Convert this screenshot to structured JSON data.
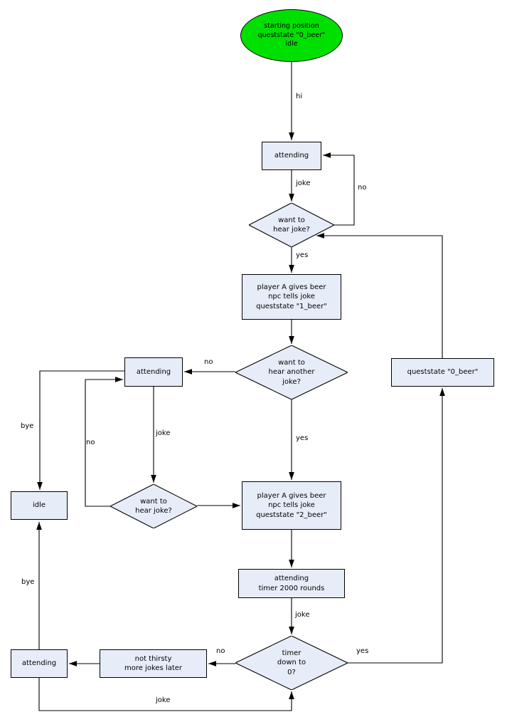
{
  "title": "npc beer-joke quest state flowchart",
  "colors": {
    "start_fill": "#00e000",
    "node_fill": "#e7edf8",
    "edge": "#000000",
    "background": "#ffffff"
  },
  "nodes": {
    "start": {
      "label": "starting position\nqueststate \"0_beer\"\nidle"
    },
    "attending1": {
      "label": "attending"
    },
    "d1": {
      "label": "want to\nhear joke?"
    },
    "box1beer": {
      "label": "player A gives beer\nnpc tells joke\nqueststate \"1_beer\""
    },
    "d2": {
      "label": "want to\nhear another\njoke?"
    },
    "attending2": {
      "label": "attending"
    },
    "queststate0": {
      "label": "queststate \"0_beer\""
    },
    "d3": {
      "label": "want to\nhear joke?"
    },
    "idle": {
      "label": "idle"
    },
    "box2beer": {
      "label": "player A gives beer\nnpc tells joke\nqueststate \"2_beer\""
    },
    "timerbox": {
      "label": "attending\ntimer 2000 rounds"
    },
    "d4": {
      "label": "timer\ndown to\n0?"
    },
    "notthirsty": {
      "label": "not thirsty\nmore jokes later"
    },
    "attending3": {
      "label": "attending"
    }
  },
  "edge_labels": {
    "hi": "hi",
    "joke_first": "joke",
    "no_first": "no",
    "yes_first": "yes",
    "no_another": "no",
    "yes_another": "yes",
    "bye_upper": "bye",
    "joke_attending2": "joke",
    "no_d3": "no",
    "joke_timer": "joke",
    "no_timer": "no",
    "yes_timer": "yes",
    "bye_lower": "bye",
    "joke_bottom": "joke"
  }
}
